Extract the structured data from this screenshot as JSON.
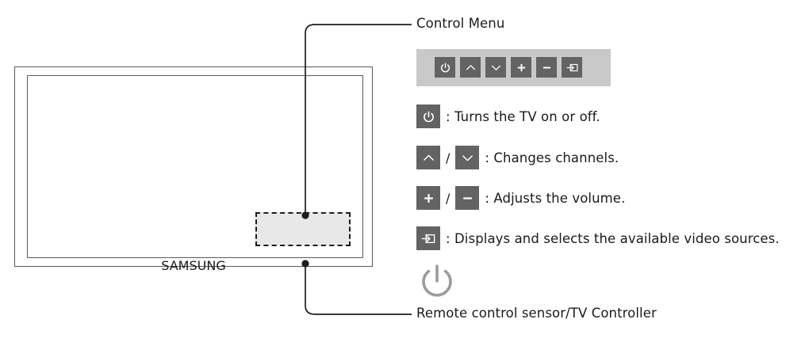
{
  "illustration": {
    "brand_logo": "SAMSUNG",
    "control_menu_zone_name": "control-menu-location"
  },
  "legend": {
    "title": "Control Menu",
    "bottom_caption": "Remote control sensor/TV Controller",
    "button_bar": {
      "buttons": [
        {
          "icon": "power-icon",
          "name": "power-button"
        },
        {
          "icon": "chevron-up-icon",
          "name": "channel-up-button"
        },
        {
          "icon": "chevron-down-icon",
          "name": "channel-down-button"
        },
        {
          "icon": "plus-icon",
          "name": "volume-up-button"
        },
        {
          "icon": "minus-icon",
          "name": "volume-down-button"
        },
        {
          "icon": "source-input-icon",
          "name": "source-button"
        }
      ]
    },
    "rows": [
      {
        "id": "power",
        "icons": [
          "power-icon"
        ],
        "description": ": Turns the TV on or off."
      },
      {
        "id": "channel",
        "icons": [
          "chevron-up-icon",
          "chevron-down-icon"
        ],
        "separator": "/",
        "description": ": Changes channels."
      },
      {
        "id": "volume",
        "icons": [
          "plus-icon",
          "minus-icon"
        ],
        "separator": "/",
        "description": ": Adjusts the volume."
      },
      {
        "id": "source",
        "icons": [
          "source-input-icon"
        ],
        "description": ": Displays and selects the available video sources."
      }
    ]
  },
  "colors": {
    "key_fill": "#636363",
    "key_glyph": "#ffffff",
    "bar_background": "#c9c9c9",
    "zone_fill": "#e8e8e8",
    "line": "#1d1d1d",
    "frame": "#555b5e",
    "big_icon": "#9b9b9b",
    "text": "#1a1a1a"
  }
}
